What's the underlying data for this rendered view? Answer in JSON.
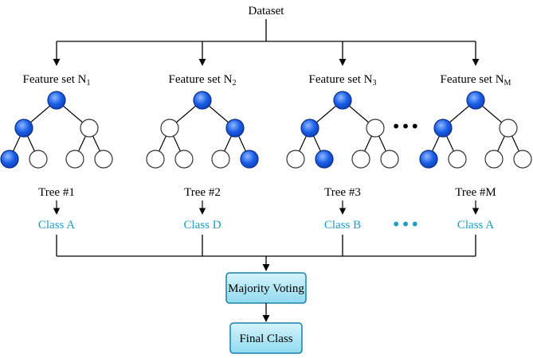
{
  "dataset_label": "Dataset",
  "feature_set_prefix": "Feature set N",
  "trees": [
    {
      "feature_sub": "1",
      "tree_label": "Tree #1",
      "class_label": "Class A",
      "filled": [
        "root",
        "l1",
        "l2a"
      ]
    },
    {
      "feature_sub": "2",
      "tree_label": "Tree #2",
      "class_label": "Class D",
      "filled": [
        "root",
        "r1",
        "r2b"
      ]
    },
    {
      "feature_sub": "3",
      "tree_label": "Tree #3",
      "class_label": "Class B",
      "filled": [
        "root",
        "l1",
        "l2b"
      ]
    },
    {
      "feature_sub": "M",
      "tree_label": "Tree #M",
      "class_label": "Class A",
      "filled": [
        "root",
        "l1",
        "l2a"
      ]
    }
  ],
  "ellipsis": "•••",
  "majority_voting_label": "Majority Voting",
  "final_class_label": "Final Class",
  "colors": {
    "node_filled": "#1a5ee8",
    "node_filled_light": "#6fa2ff",
    "class_text": "#1a9ec8",
    "box_fill": "#a6e4f5",
    "box_stroke": "#1b7fa8",
    "line": "#000000",
    "ellipsis": "#1a9ec8"
  }
}
